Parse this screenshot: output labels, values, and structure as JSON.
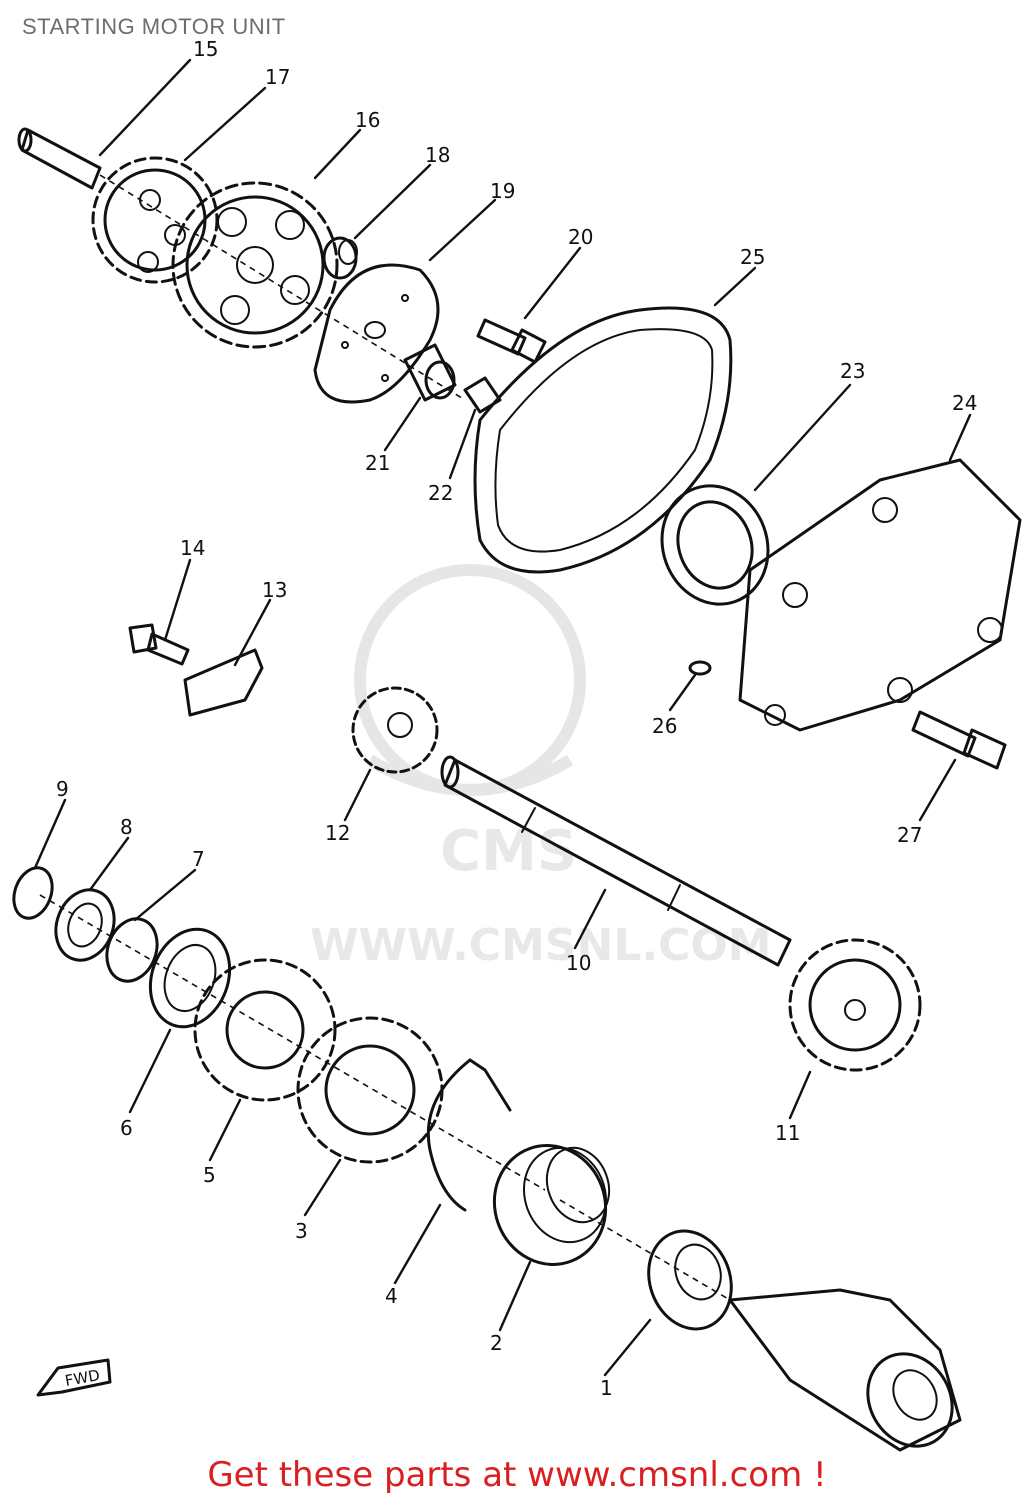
{
  "title": "STARTING MOTOR UNIT",
  "footer": "Get these parts at www.cmsnl.com !",
  "watermark": {
    "big": "CMS",
    "url": "WWW.CMSNL.COM"
  },
  "fwd_mark": "FWD",
  "callouts": [
    "1",
    "2",
    "3",
    "4",
    "5",
    "6",
    "7",
    "8",
    "9",
    "10",
    "11",
    "12",
    "13",
    "14",
    "15",
    "16",
    "17",
    "18",
    "19",
    "20",
    "21",
    "22",
    "23",
    "24",
    "25",
    "26",
    "27"
  ],
  "colors": {
    "title": "#6d6d6d",
    "footer": "#d91f1f",
    "line": "#111111",
    "watermark": "#e6e6e6"
  }
}
